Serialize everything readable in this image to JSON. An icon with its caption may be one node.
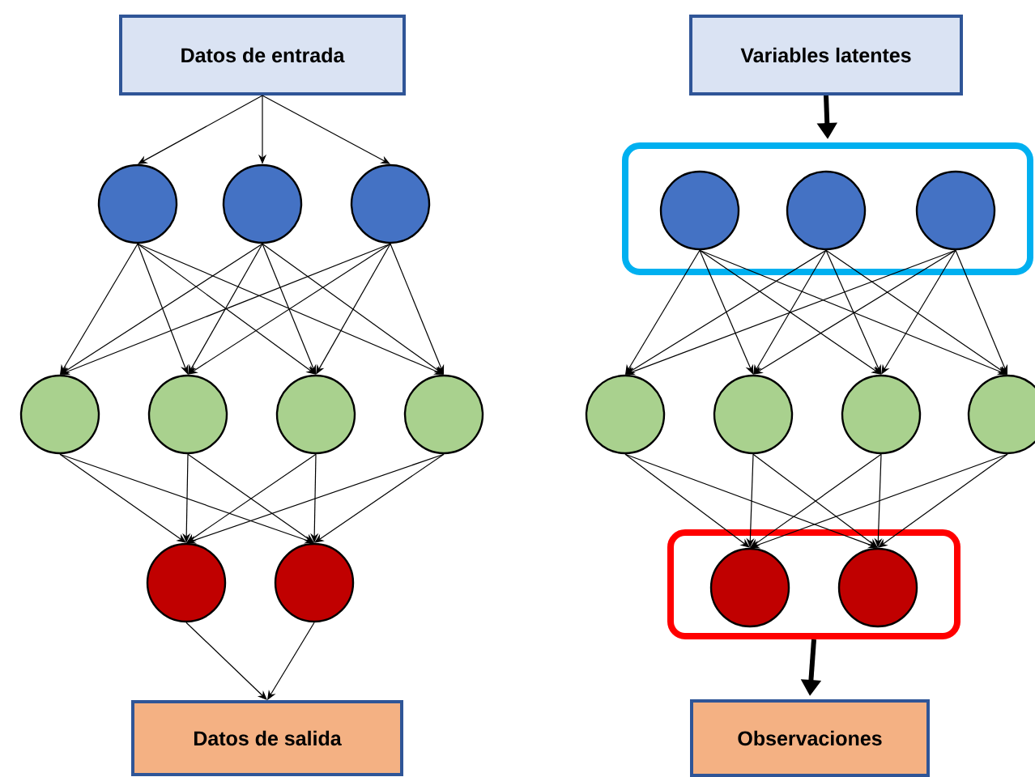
{
  "diagram": {
    "nodes": [
      {
        "text": [
          "Datos de entrada"
        ]
      },
      {
        "text": [],
        "shape": "circle"
      },
      {
        "text": [],
        "shape": "circle"
      },
      {
        "text": [],
        "shape": "circle"
      },
      {
        "text": [],
        "shape": "circle"
      },
      {
        "text": [],
        "shape": "circle"
      },
      {
        "text": [],
        "shape": "circle"
      },
      {
        "text": [],
        "shape": "circle"
      },
      {
        "text": [],
        "shape": "circle"
      },
      {
        "text": [],
        "shape": "circle"
      },
      {
        "text": [
          "Datos de salida"
        ]
      },
      {
        "text": [
          "Variables latentes"
        ]
      },
      {
        "text": [],
        "shape": "box"
      },
      {
        "text": [],
        "shape": "circle",
        "in": 12
      },
      {
        "text": [],
        "shape": "circle",
        "in": 12
      },
      {
        "text": [],
        "shape": "circle",
        "in": 12
      },
      {
        "text": [],
        "shape": "circle"
      },
      {
        "text": [],
        "shape": "circle"
      },
      {
        "text": [],
        "shape": "circle"
      },
      {
        "text": [],
        "shape": "circle"
      },
      {
        "text": [],
        "shape": "box"
      },
      {
        "text": [],
        "shape": "circle",
        "in": 20
      },
      {
        "text": [],
        "shape": "circle",
        "in": 20
      },
      {
        "text": [
          "Observaciones"
        ]
      }
    ],
    "edges": [
      {
        "from": 0,
        "to": 1,
        "arrow": "to"
      },
      {
        "from": 0,
        "to": 2,
        "arrow": "to"
      },
      {
        "from": 0,
        "to": 3,
        "arrow": "to"
      },
      {
        "from": 1,
        "to": 4,
        "arrow": "to"
      },
      {
        "from": 1,
        "to": 5,
        "arrow": "to"
      },
      {
        "from": 1,
        "to": 6,
        "arrow": "to"
      },
      {
        "from": 1,
        "to": 7,
        "arrow": "to"
      },
      {
        "from": 2,
        "to": 4,
        "arrow": "to"
      },
      {
        "from": 2,
        "to": 5,
        "arrow": "to"
      },
      {
        "from": 2,
        "to": 6,
        "arrow": "to"
      },
      {
        "from": 2,
        "to": 7,
        "arrow": "to"
      },
      {
        "from": 3,
        "to": 4,
        "arrow": "to"
      },
      {
        "from": 3,
        "to": 5,
        "arrow": "to"
      },
      {
        "from": 3,
        "to": 6,
        "arrow": "to"
      },
      {
        "from": 3,
        "to": 7,
        "arrow": "to"
      },
      {
        "from": 4,
        "to": 8,
        "arrow": "to"
      },
      {
        "from": 4,
        "to": 9,
        "arrow": "to"
      },
      {
        "from": 5,
        "to": 8,
        "arrow": "to"
      },
      {
        "from": 5,
        "to": 9,
        "arrow": "to"
      },
      {
        "from": 6,
        "to": 8,
        "arrow": "to"
      },
      {
        "from": 6,
        "to": 9,
        "arrow": "to"
      },
      {
        "from": 7,
        "to": 8,
        "arrow": "to"
      },
      {
        "from": 7,
        "to": 9,
        "arrow": "to"
      },
      {
        "from": 8,
        "to": 10,
        "arrow": "to"
      },
      {
        "from": 9,
        "to": 10,
        "arrow": "to"
      },
      {
        "from": 11,
        "to": 12,
        "arrow": "to",
        "style": "thick"
      },
      {
        "from": 13,
        "to": 16,
        "arrow": "to"
      },
      {
        "from": 13,
        "to": 17,
        "arrow": "to"
      },
      {
        "from": 13,
        "to": 18,
        "arrow": "to"
      },
      {
        "from": 13,
        "to": 19,
        "arrow": "to"
      },
      {
        "from": 14,
        "to": 16,
        "arrow": "to"
      },
      {
        "from": 14,
        "to": 17,
        "arrow": "to"
      },
      {
        "from": 14,
        "to": 18,
        "arrow": "to"
      },
      {
        "from": 14,
        "to": 19,
        "arrow": "to"
      },
      {
        "from": 15,
        "to": 16,
        "arrow": "to"
      },
      {
        "from": 15,
        "to": 17,
        "arrow": "to"
      },
      {
        "from": 15,
        "to": 18,
        "arrow": "to"
      },
      {
        "from": 15,
        "to": 19,
        "arrow": "to"
      },
      {
        "from": 16,
        "to": 21,
        "arrow": "to"
      },
      {
        "from": 16,
        "to": 22,
        "arrow": "to"
      },
      {
        "from": 17,
        "to": 21,
        "arrow": "to"
      },
      {
        "from": 17,
        "to": 22,
        "arrow": "to"
      },
      {
        "from": 18,
        "to": 21,
        "arrow": "to"
      },
      {
        "from": 18,
        "to": 22,
        "arrow": "to"
      },
      {
        "from": 19,
        "to": 21,
        "arrow": "to"
      },
      {
        "from": 19,
        "to": 22,
        "arrow": "to"
      },
      {
        "from": 20,
        "to": 23,
        "arrow": "to",
        "style": "thick"
      }
    ]
  }
}
